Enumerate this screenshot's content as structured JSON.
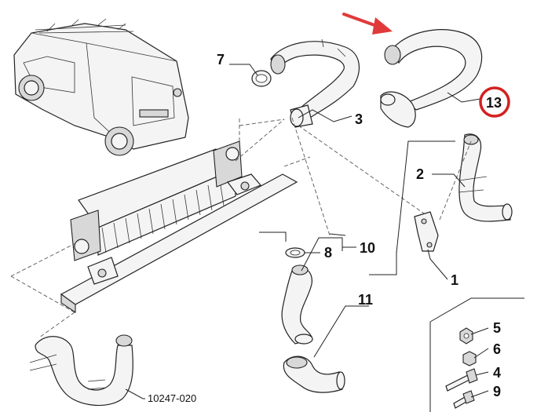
{
  "diagram": {
    "callouts": [
      {
        "id": "c7",
        "label": "7"
      },
      {
        "id": "c3",
        "label": "3"
      },
      {
        "id": "c13",
        "label": "13"
      },
      {
        "id": "c2",
        "label": "2"
      },
      {
        "id": "c10",
        "label": "10"
      },
      {
        "id": "c8",
        "label": "8"
      },
      {
        "id": "c1",
        "label": "1"
      },
      {
        "id": "c11",
        "label": "11"
      },
      {
        "id": "c5",
        "label": "5"
      },
      {
        "id": "c6",
        "label": "6"
      },
      {
        "id": "c4",
        "label": "4"
      },
      {
        "id": "c9",
        "label": "9"
      }
    ],
    "reference_code": "10247-020",
    "highlight_color": "#d42020",
    "arrow_color": "#e03a3a",
    "line_color": "#222222"
  }
}
